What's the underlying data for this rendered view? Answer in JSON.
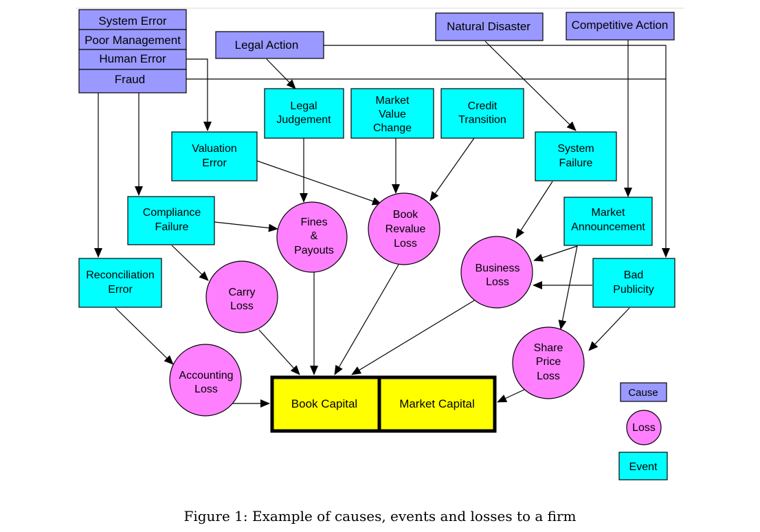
{
  "colors": {
    "cause": "#9999ff",
    "event": "#00ffff",
    "loss": "#ff80ff",
    "capital": "#ffff00",
    "line": "#000000"
  },
  "causes": {
    "system_error": "System Error",
    "poor_management": "Poor Management",
    "human_error": "Human Error",
    "fraud": "Fraud",
    "legal_action": "Legal Action",
    "natural_disaster": "Natural Disaster",
    "competitive_action": "Competitive Action"
  },
  "events": {
    "legal_judgement": [
      "Legal",
      "Judgement"
    ],
    "market_value_change": [
      "Market",
      "Value",
      "Change"
    ],
    "credit_transition": [
      "Credit",
      "Transition"
    ],
    "valuation_error": [
      "Valuation",
      "Error"
    ],
    "system_failure": [
      "System",
      "Failure"
    ],
    "compliance_failure": [
      "Compliance",
      "Failure"
    ],
    "market_announcement": [
      "Market",
      "Announcement"
    ],
    "reconciliation_error": [
      "Reconciliation",
      "Error"
    ],
    "bad_publicity": [
      "Bad",
      "Publicity"
    ]
  },
  "losses": {
    "fines_payouts": [
      "Fines",
      "&",
      "Payouts"
    ],
    "book_revalue_loss": [
      "Book",
      "Revalue",
      "Loss"
    ],
    "business_loss": [
      "Business",
      "Loss"
    ],
    "carry_loss": [
      "Carry",
      "Loss"
    ],
    "share_price_loss": [
      "Share",
      "Price",
      "Loss"
    ],
    "accounting_loss": [
      "Accounting",
      "Loss"
    ]
  },
  "capital": {
    "book": "Book Capital",
    "market": "Market Capital"
  },
  "legend": {
    "cause": "Cause",
    "loss": "Loss",
    "event": "Event"
  },
  "caption": "Figure 1: Example of causes, events and losses to a firm"
}
